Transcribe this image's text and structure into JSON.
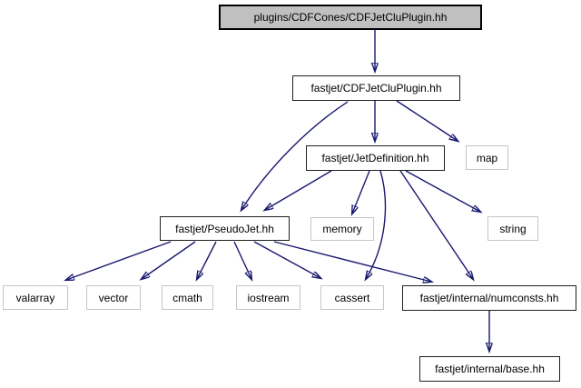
{
  "diagram": {
    "type": "include-dependency-graph",
    "colors": {
      "edge": "#191970",
      "current_fill": "#c0c0c0",
      "project_border": "#1f1f1f",
      "system_border": "#c6c6c6",
      "background": "#ffffff",
      "text": "#000000"
    },
    "nodes": [
      {
        "id": "plugins-cdfcones-cdfjetcluplugin",
        "label": "plugins/CDFCones/CDFJetCluPlugin.hh",
        "role": "current"
      },
      {
        "id": "fastjet-cdfjetcluplugin",
        "label": "fastjet/CDFJetCluPlugin.hh",
        "role": "project"
      },
      {
        "id": "fastjet-jetdefinition",
        "label": "fastjet/JetDefinition.hh",
        "role": "project"
      },
      {
        "id": "map",
        "label": "map",
        "role": "system"
      },
      {
        "id": "fastjet-pseudojet",
        "label": "fastjet/PseudoJet.hh",
        "role": "project"
      },
      {
        "id": "memory",
        "label": "memory",
        "role": "system"
      },
      {
        "id": "string",
        "label": "string",
        "role": "system"
      },
      {
        "id": "valarray",
        "label": "valarray",
        "role": "system"
      },
      {
        "id": "vector",
        "label": "vector",
        "role": "system"
      },
      {
        "id": "cmath",
        "label": "cmath",
        "role": "system"
      },
      {
        "id": "iostream",
        "label": "iostream",
        "role": "system"
      },
      {
        "id": "cassert",
        "label": "cassert",
        "role": "system"
      },
      {
        "id": "fastjet-internal-numconsts",
        "label": "fastjet/internal/numconsts.hh",
        "role": "project"
      },
      {
        "id": "fastjet-internal-base",
        "label": "fastjet/internal/base.hh",
        "role": "project"
      }
    ],
    "edges": [
      {
        "from": "plugins-cdfcones-cdfjetcluplugin",
        "to": "fastjet-cdfjetcluplugin"
      },
      {
        "from": "fastjet-cdfjetcluplugin",
        "to": "fastjet-jetdefinition"
      },
      {
        "from": "fastjet-cdfjetcluplugin",
        "to": "map"
      },
      {
        "from": "fastjet-cdfjetcluplugin",
        "to": "fastjet-pseudojet"
      },
      {
        "from": "fastjet-jetdefinition",
        "to": "fastjet-pseudojet"
      },
      {
        "from": "fastjet-jetdefinition",
        "to": "memory"
      },
      {
        "from": "fastjet-jetdefinition",
        "to": "string"
      },
      {
        "from": "fastjet-jetdefinition",
        "to": "cassert"
      },
      {
        "from": "fastjet-jetdefinition",
        "to": "fastjet-internal-numconsts"
      },
      {
        "from": "fastjet-pseudojet",
        "to": "valarray"
      },
      {
        "from": "fastjet-pseudojet",
        "to": "vector"
      },
      {
        "from": "fastjet-pseudojet",
        "to": "cmath"
      },
      {
        "from": "fastjet-pseudojet",
        "to": "iostream"
      },
      {
        "from": "fastjet-pseudojet",
        "to": "cassert"
      },
      {
        "from": "fastjet-pseudojet",
        "to": "fastjet-internal-numconsts"
      },
      {
        "from": "fastjet-internal-numconsts",
        "to": "fastjet-internal-base"
      }
    ]
  }
}
